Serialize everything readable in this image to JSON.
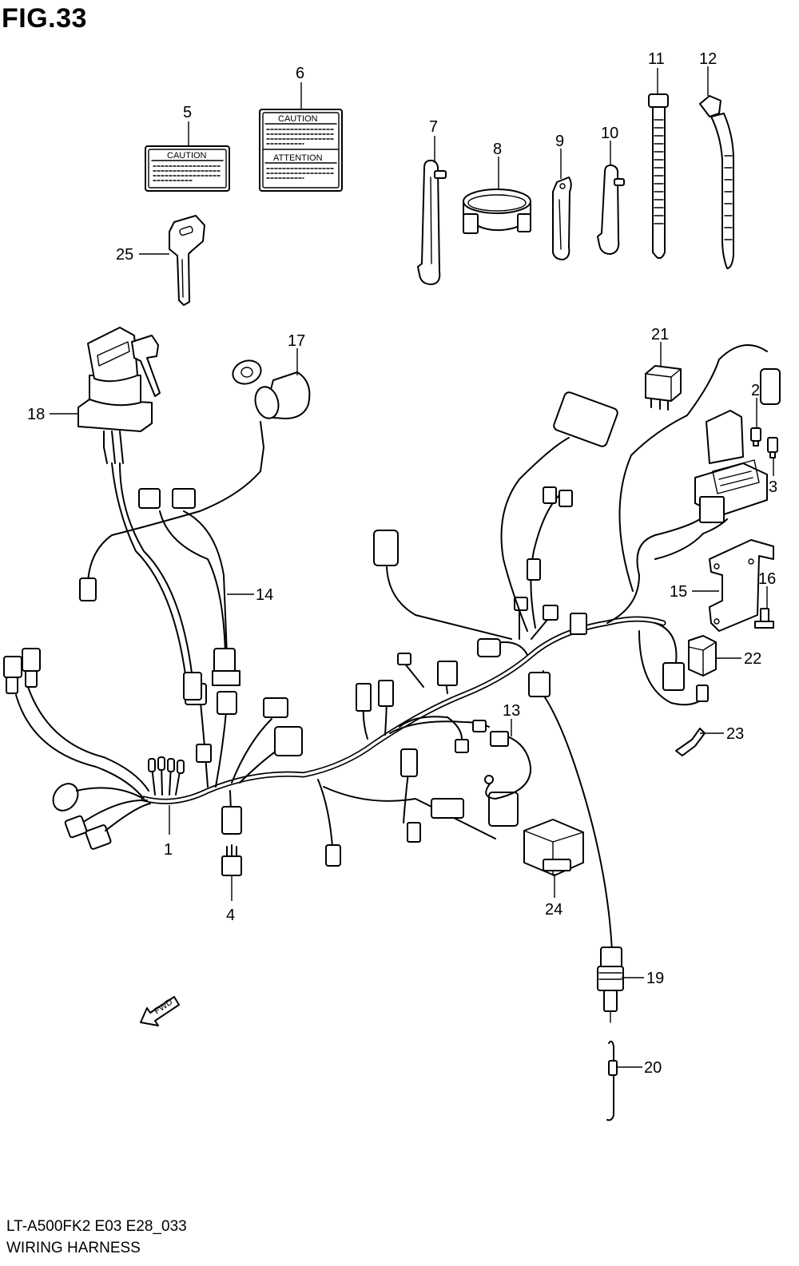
{
  "figure": {
    "title": "FIG.33",
    "model_code": "LT-A500FK2 E03 E28_033",
    "section_name": "WIRING HARNESS"
  },
  "labels": {
    "caution": "CAUTION",
    "attention": "ATTENTION",
    "fwd": "FWD"
  },
  "callouts": [
    "1",
    "2",
    "3",
    "4",
    "5",
    "6",
    "7",
    "8",
    "9",
    "10",
    "11",
    "12",
    "13",
    "14",
    "15",
    "16",
    "17",
    "18",
    "19",
    "20",
    "21",
    "22",
    "23",
    "24",
    "25"
  ]
}
